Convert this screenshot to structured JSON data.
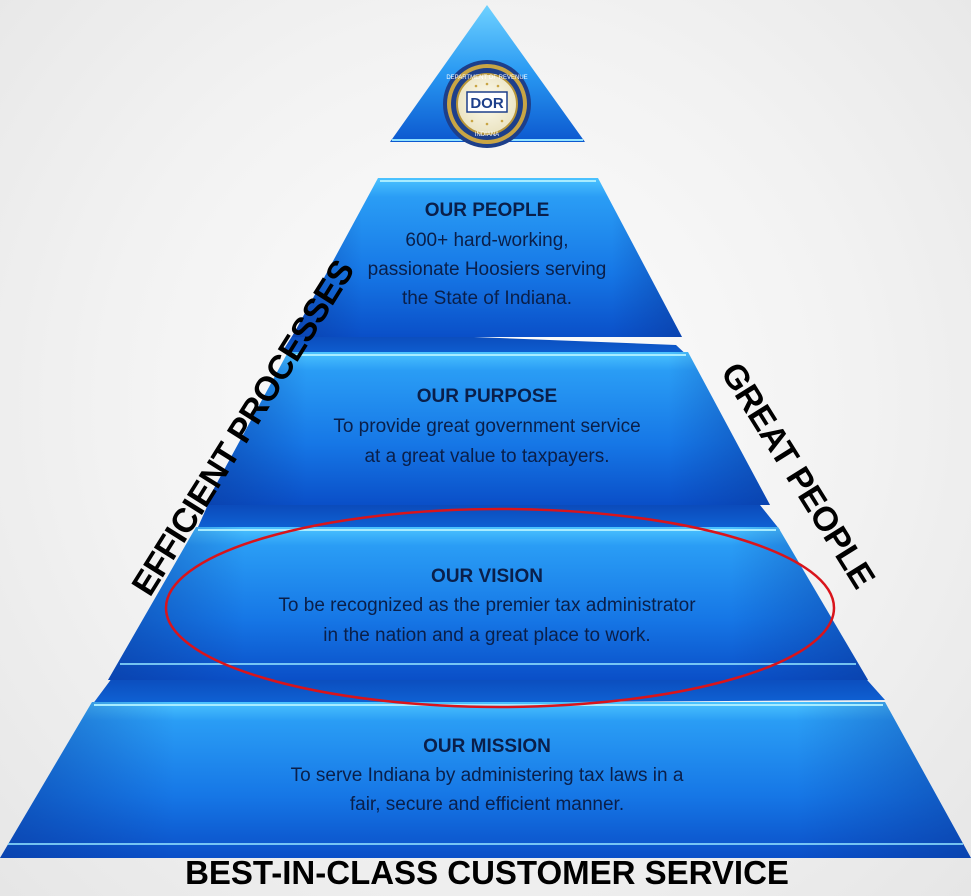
{
  "logo": {
    "name": "DOR",
    "seal_top": "DEPARTMENT OF REVENUE",
    "seal_bottom": "INDIANA"
  },
  "tiers": [
    {
      "title": "OUR PEOPLE",
      "lines": [
        "600+ hard-working,",
        "passionate Hoosiers serving",
        "the State of Indiana."
      ]
    },
    {
      "title": "OUR PURPOSE",
      "lines": [
        "To provide great government service",
        "at a great value to taxpayers."
      ]
    },
    {
      "title": "OUR VISION",
      "lines": [
        "To be recognized as the premier tax administrator",
        "in the nation and a great place to work."
      ]
    },
    {
      "title": "OUR MISSION",
      "lines": [
        "To serve Indiana by administering tax laws in a",
        "fair, secure and efficient manner."
      ]
    }
  ],
  "left_label": "EFFICIENT PROCESSES",
  "right_label": "GREAT PEOPLE",
  "base_label": "BEST-IN-CLASS CUSTOMER SERVICE",
  "colors": {
    "tier_light": "#3fb6ff",
    "tier_mid": "#1a7fe8",
    "tier_dark": "#0b3fb0",
    "highlight_ellipse": "#d9141b"
  }
}
